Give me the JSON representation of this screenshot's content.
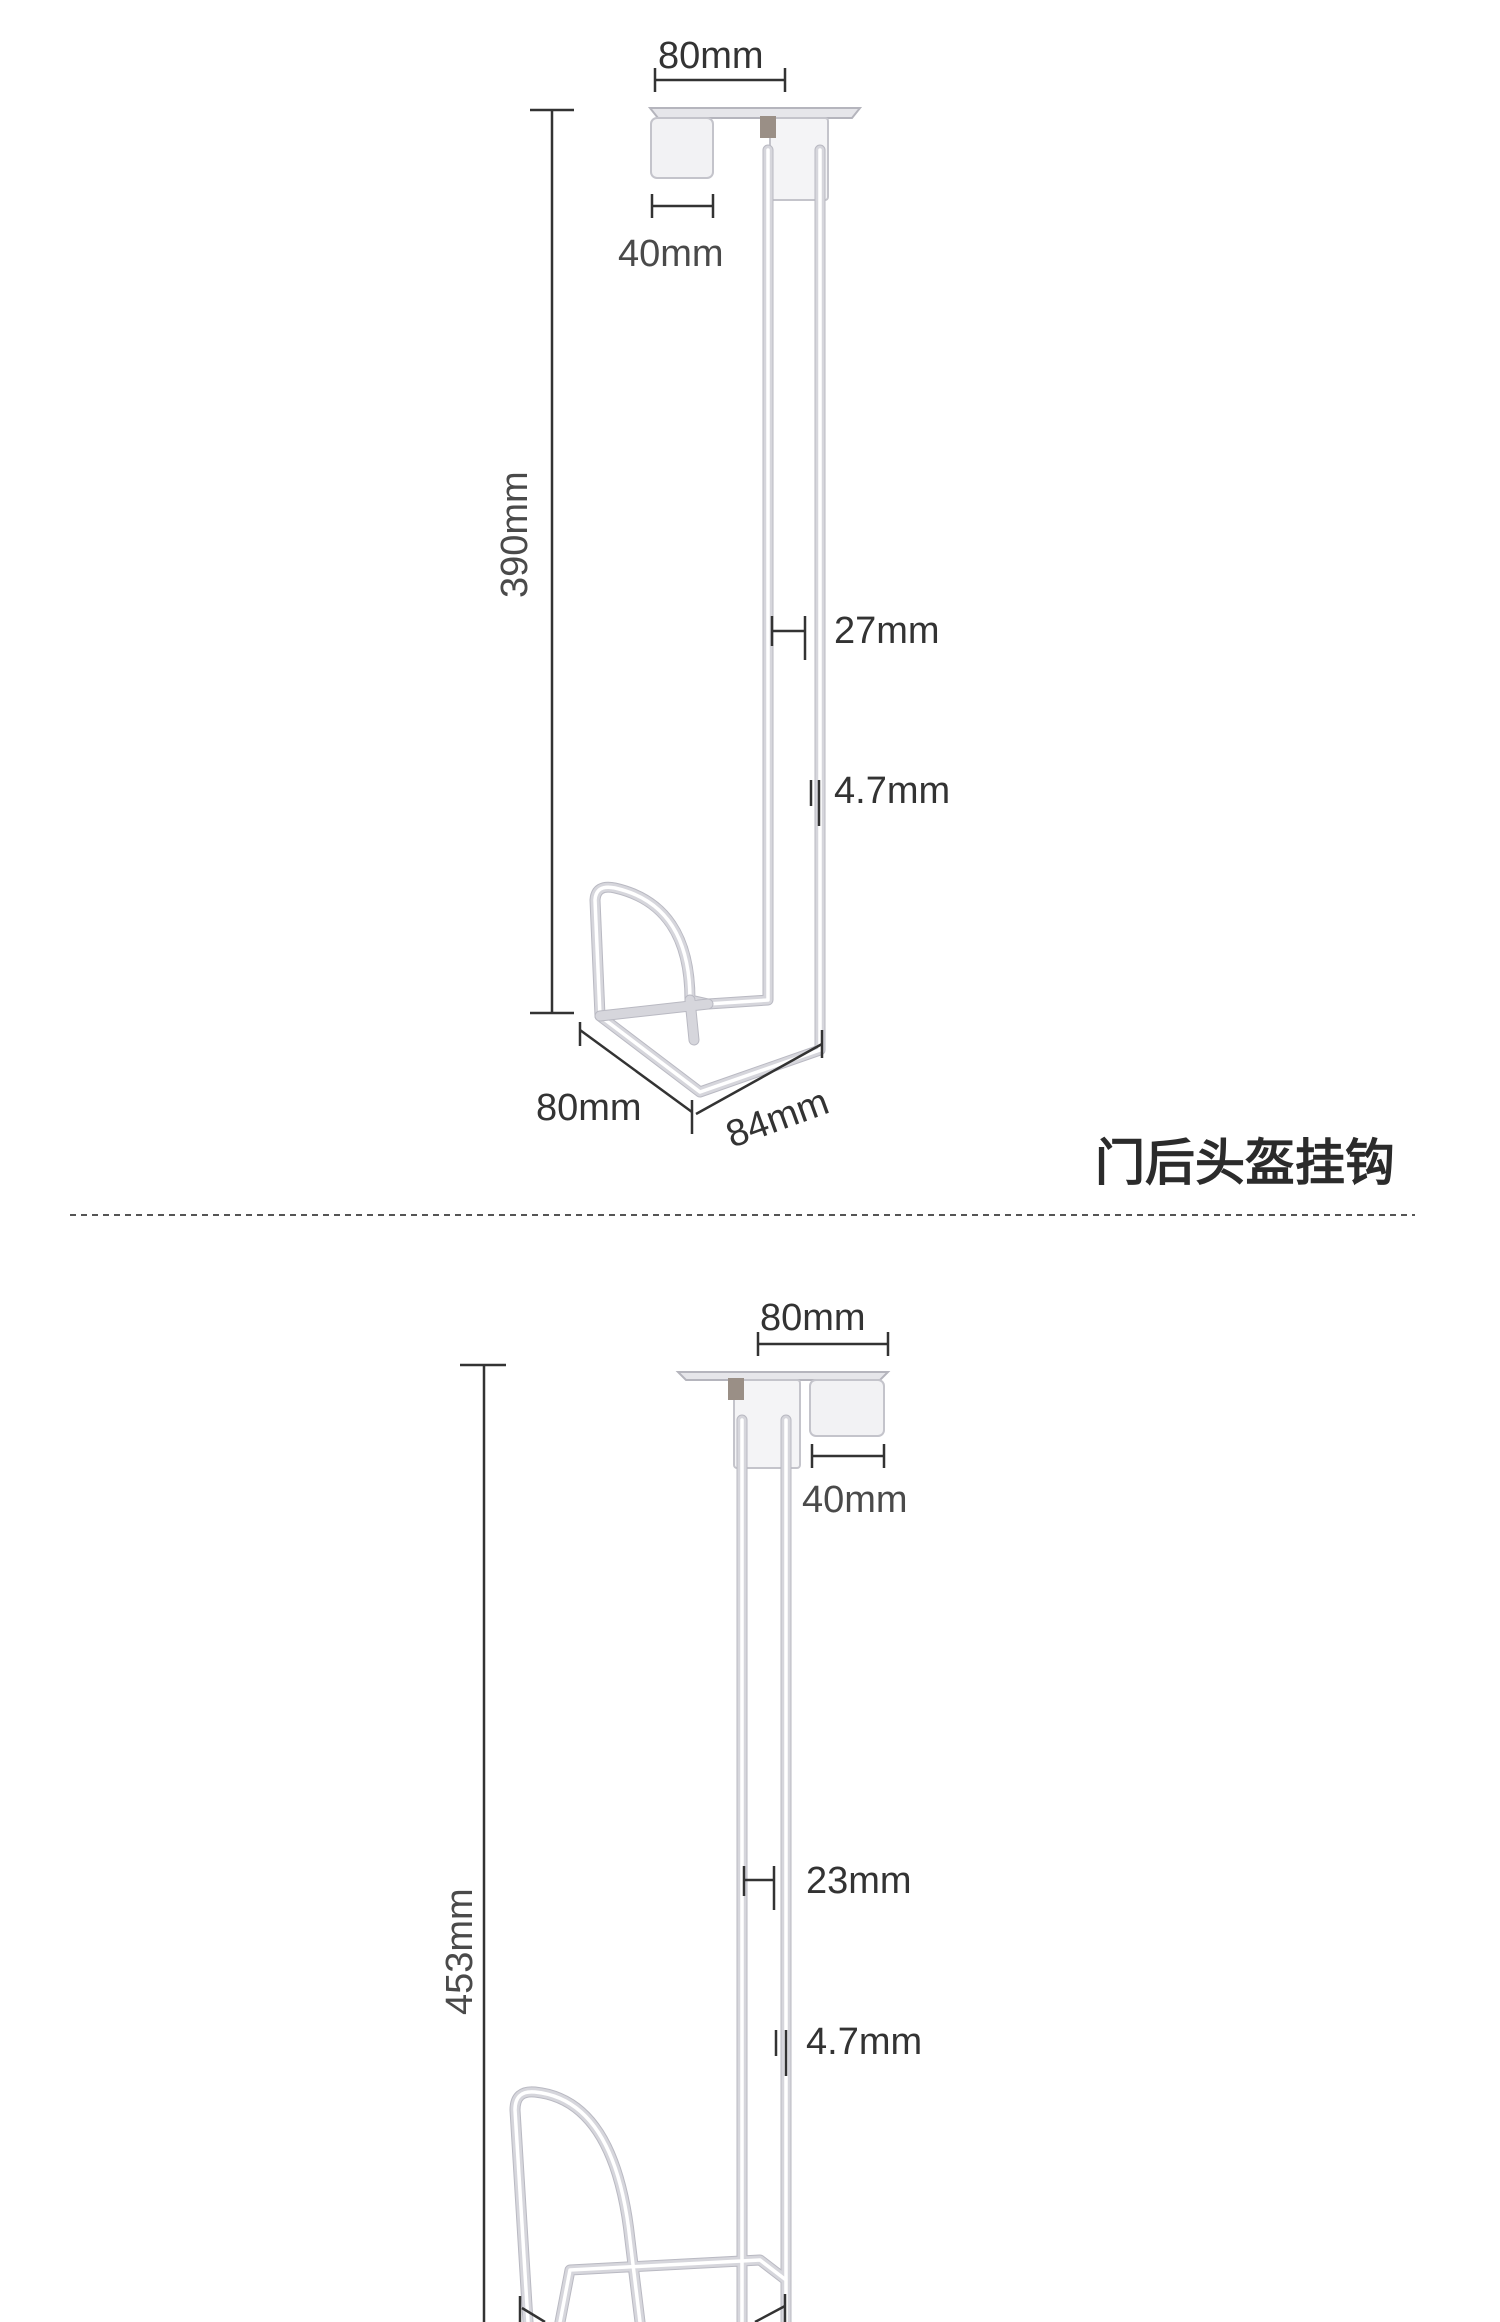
{
  "title": "门后头盔挂钩",
  "top_product": {
    "plate_width": "80mm",
    "clip_width": "40mm",
    "height": "390mm",
    "rod_gap": "27mm",
    "wire_diameter": "4.7mm",
    "base_depth": "80mm",
    "base_width": "84mm"
  },
  "bottom_product": {
    "plate_width": "80mm",
    "clip_width": "40mm",
    "height": "453mm",
    "rod_gap": "23mm",
    "wire_diameter": "4.7mm"
  },
  "colors": {
    "background": "#ffffff",
    "wire": "#d6d6dc",
    "text": "#333333",
    "divider": "#555555"
  }
}
